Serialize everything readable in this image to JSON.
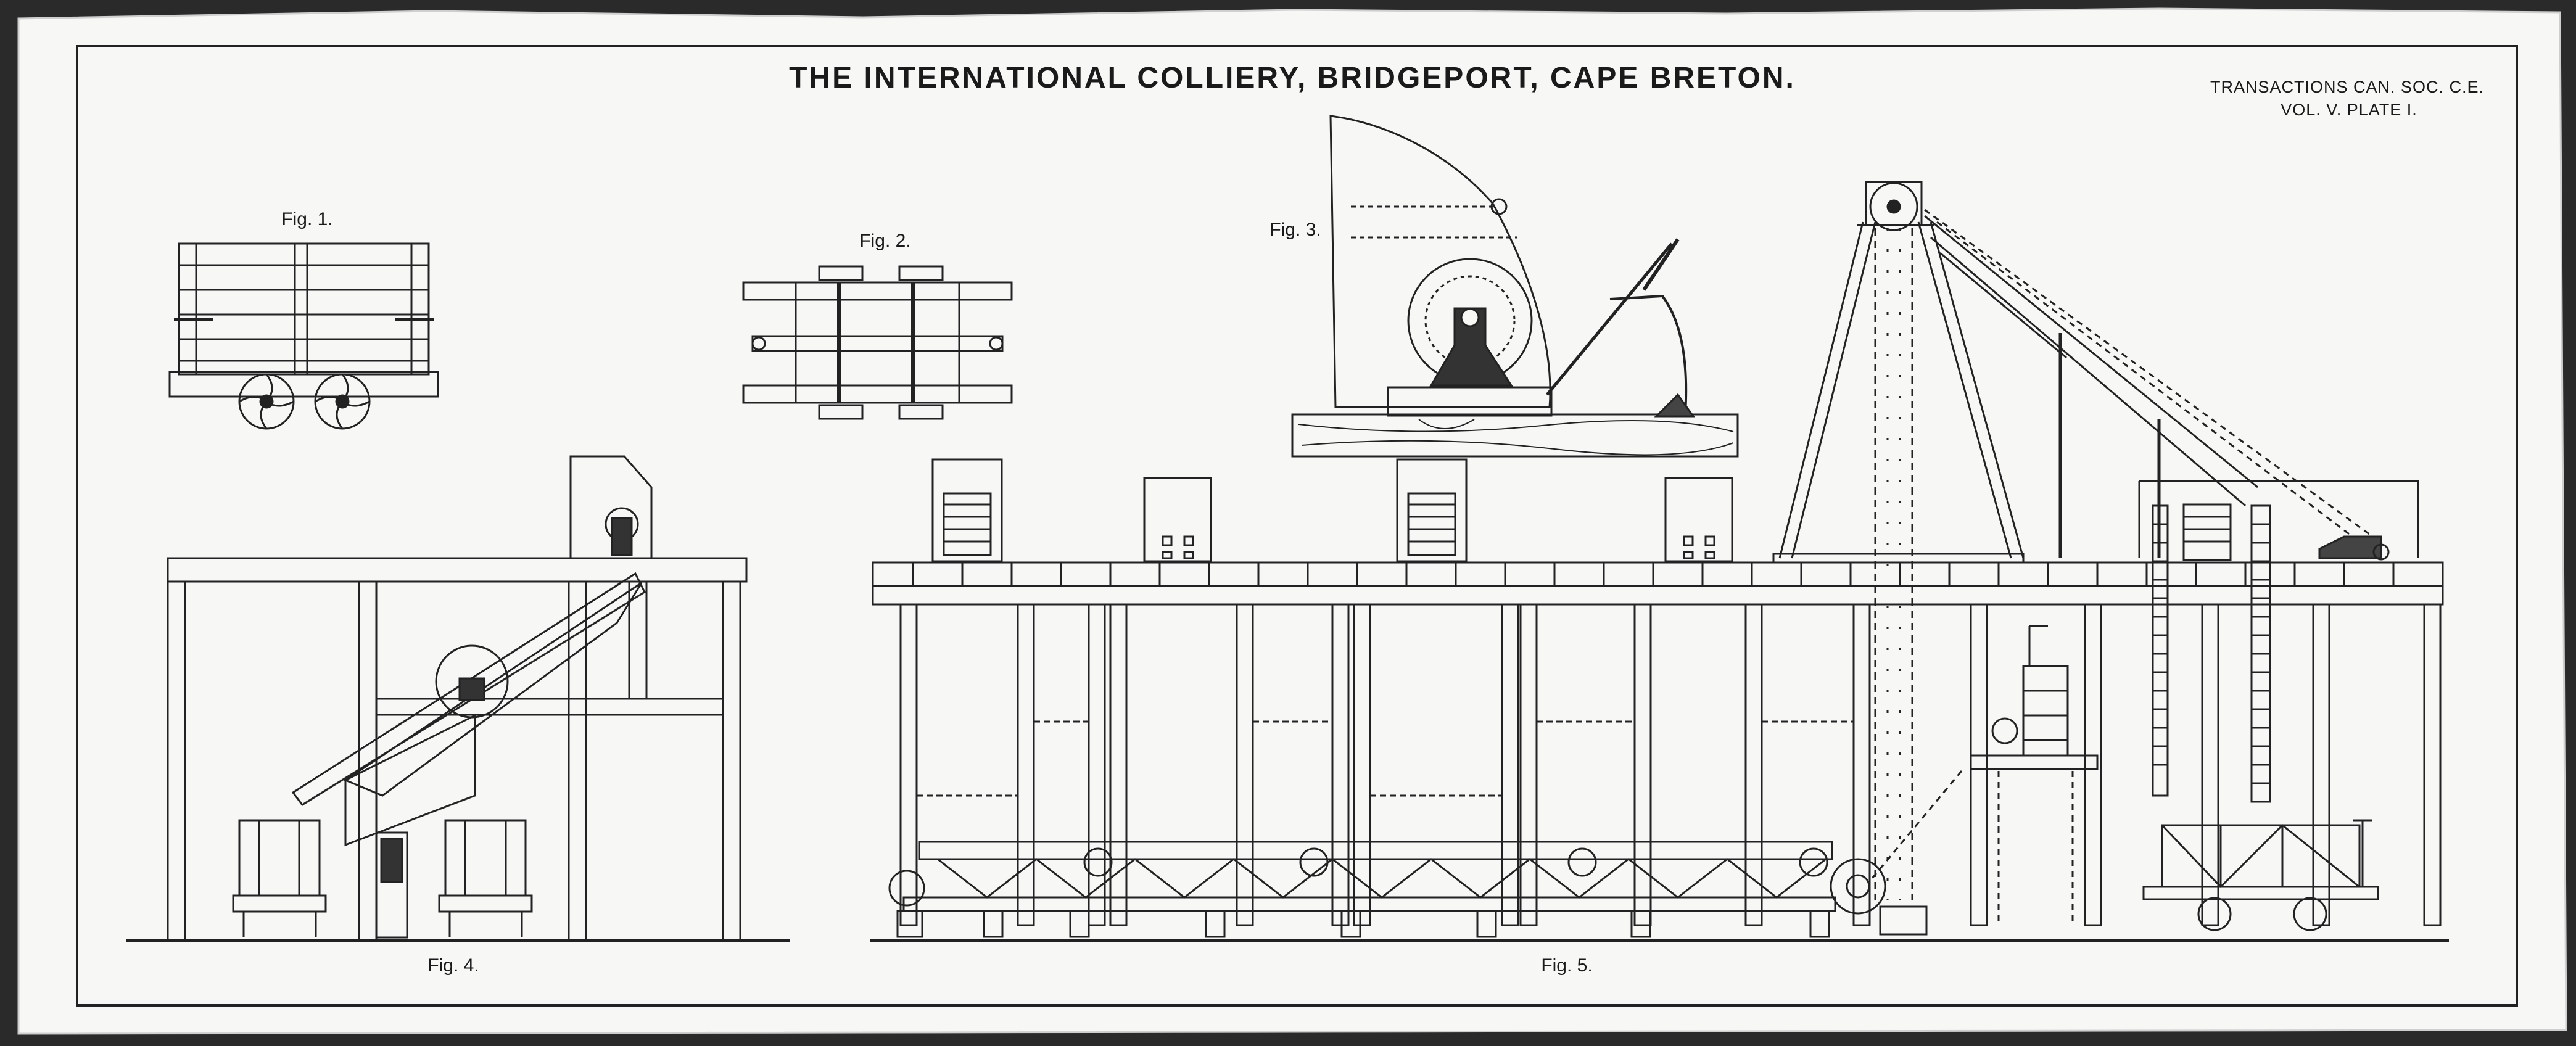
{
  "plate": {
    "title": "THE INTERNATIONAL COLLIERY, BRIDGEPORT, CAPE BRETON.",
    "journal_line": "TRANSACTIONS CAN. SOC. C.E.",
    "volume_line": "VOL. V.    PLATE I."
  },
  "figures": {
    "fig1": "Fig. 1.",
    "fig2": "Fig. 2.",
    "fig3": "Fig. 3.",
    "fig4": "Fig. 4.",
    "fig5": "Fig. 5."
  },
  "colors": {
    "paper": "#f7f7f5",
    "ink": "#1a1a1a",
    "scan_background": "#2a2a2a"
  }
}
